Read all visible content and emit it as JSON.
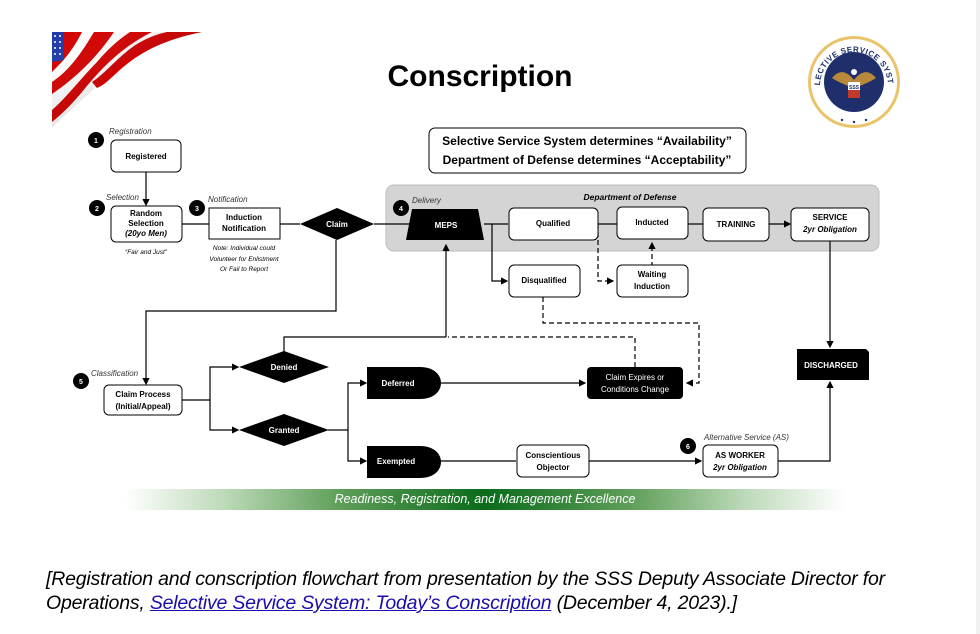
{
  "title": "Conscription",
  "info_box": {
    "line1": "Selective Service System determines “Availability”",
    "line2": "Department of Defense determines “Acceptability”"
  },
  "logos": {
    "flag": "american-flag",
    "seal": "Selective Service System seal",
    "seal_text": "SELECTIVE SERVICE SYSTEM",
    "seal_shield": "SSS"
  },
  "steps": [
    {
      "number": "1",
      "label": "Registration"
    },
    {
      "number": "2",
      "label": "Selection"
    },
    {
      "number": "3",
      "label": "Notification"
    },
    {
      "number": "4",
      "label": "Delivery"
    },
    {
      "number": "5",
      "label": "Classification"
    },
    {
      "number": "6",
      "label": "Alternative Service (AS)"
    }
  ],
  "nodes": {
    "registered": "Registered",
    "random_selection": [
      "Random",
      "Selection",
      "(20yo Men)"
    ],
    "random_selection_note": "“Fair and Just”",
    "induction_notification": [
      "Induction",
      "Notification"
    ],
    "induction_note": [
      "Note: Individual could",
      "Volunteer for Enlistment",
      "Or Fail to Report"
    ],
    "claim": "Claim",
    "dod_region": "Department of Defense",
    "meps": "MEPS",
    "qualified": "Qualified",
    "inducted": "Inducted",
    "training": "TRAINING",
    "service": [
      "SERVICE",
      "2yr Obligation"
    ],
    "disqualified": "Disqualified",
    "waiting_induction": [
      "Waiting",
      "Induction"
    ],
    "discharged": "DISCHARGED",
    "claim_process": [
      "Claim Process",
      "(Initial/Appeal)"
    ],
    "denied": "Denied",
    "granted": "Granted",
    "deferred": "Deferred",
    "exempted": "Exempted",
    "claim_expires": [
      "Claim Expires or",
      "Conditions Change"
    ],
    "conscientious_objector": [
      "Conscientious",
      "Objector"
    ],
    "as_worker": [
      "AS WORKER",
      "2yr Obligation"
    ]
  },
  "banner": "Readiness, Registration, and Management Excellence",
  "caption": {
    "prefix": "[Registration and conscription flowchart from presentation by the SSS Deputy Associate Director for Operations, ",
    "link_text": "Selective Service System: Today’s Conscription",
    "suffix": " (December 4, 2023).]"
  },
  "colors": {
    "node_fill": "#ffffff",
    "node_dark": "#000000",
    "dod_region": "#d4d4d4",
    "banner_green": "#0a6b1a",
    "link": "#1a0dab"
  }
}
